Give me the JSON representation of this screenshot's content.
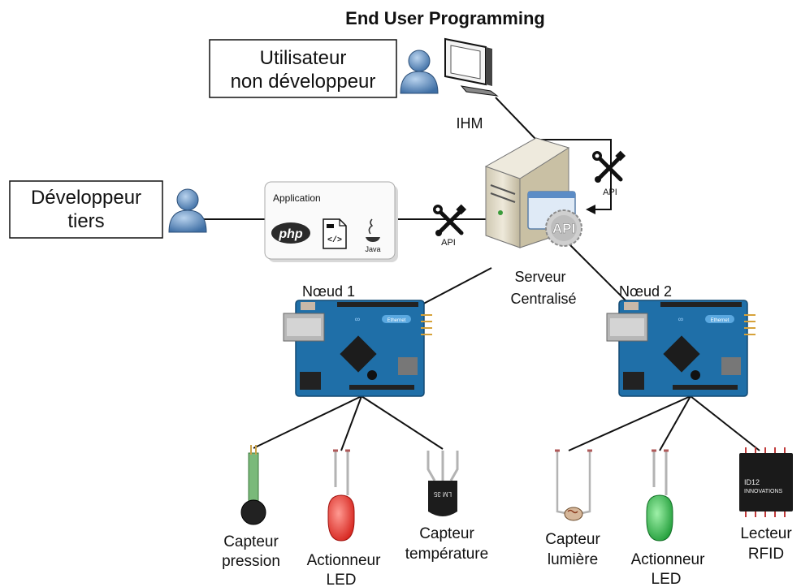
{
  "title": "End User Programming",
  "actors": {
    "end_user": {
      "line1": "Utilisateur",
      "line2": "non développeur"
    },
    "developer": {
      "line1": "Développeur",
      "line2": "tiers"
    }
  },
  "labels": {
    "ihm": "IHM",
    "api_top": "API",
    "api_left": "API",
    "api_badge": "API",
    "server_line1": "Serveur",
    "server_line2": "Centralisé",
    "node1": "Nœud 1",
    "node2": "Nœud 2",
    "ethernet_badge": "Ethernet"
  },
  "application": {
    "title": "Application",
    "php_label": "php",
    "java_label": "Java"
  },
  "node1_devices": [
    {
      "line1": "Capteur",
      "line2": "pression"
    },
    {
      "line1": "Actionneur",
      "line2": "LED"
    },
    {
      "line1": "Capteur",
      "line2": "température"
    }
  ],
  "node2_devices": [
    {
      "line1": "Capteur",
      "line2": "lumière"
    },
    {
      "line1": "Actionneur",
      "line2": "LED"
    },
    {
      "line1": "Lecteur",
      "line2": "RFID"
    }
  ],
  "chips": {
    "lm35": "LM 35",
    "rfid_line1": "ID12",
    "rfid_line2": "INNOVATIONS"
  },
  "colors": {
    "board_blue": "#1f6fa8",
    "led_red": "#e8302a",
    "led_green": "#35b24a",
    "server_beige": "#e7e1cf",
    "user_blue": "#5f8fc2"
  }
}
